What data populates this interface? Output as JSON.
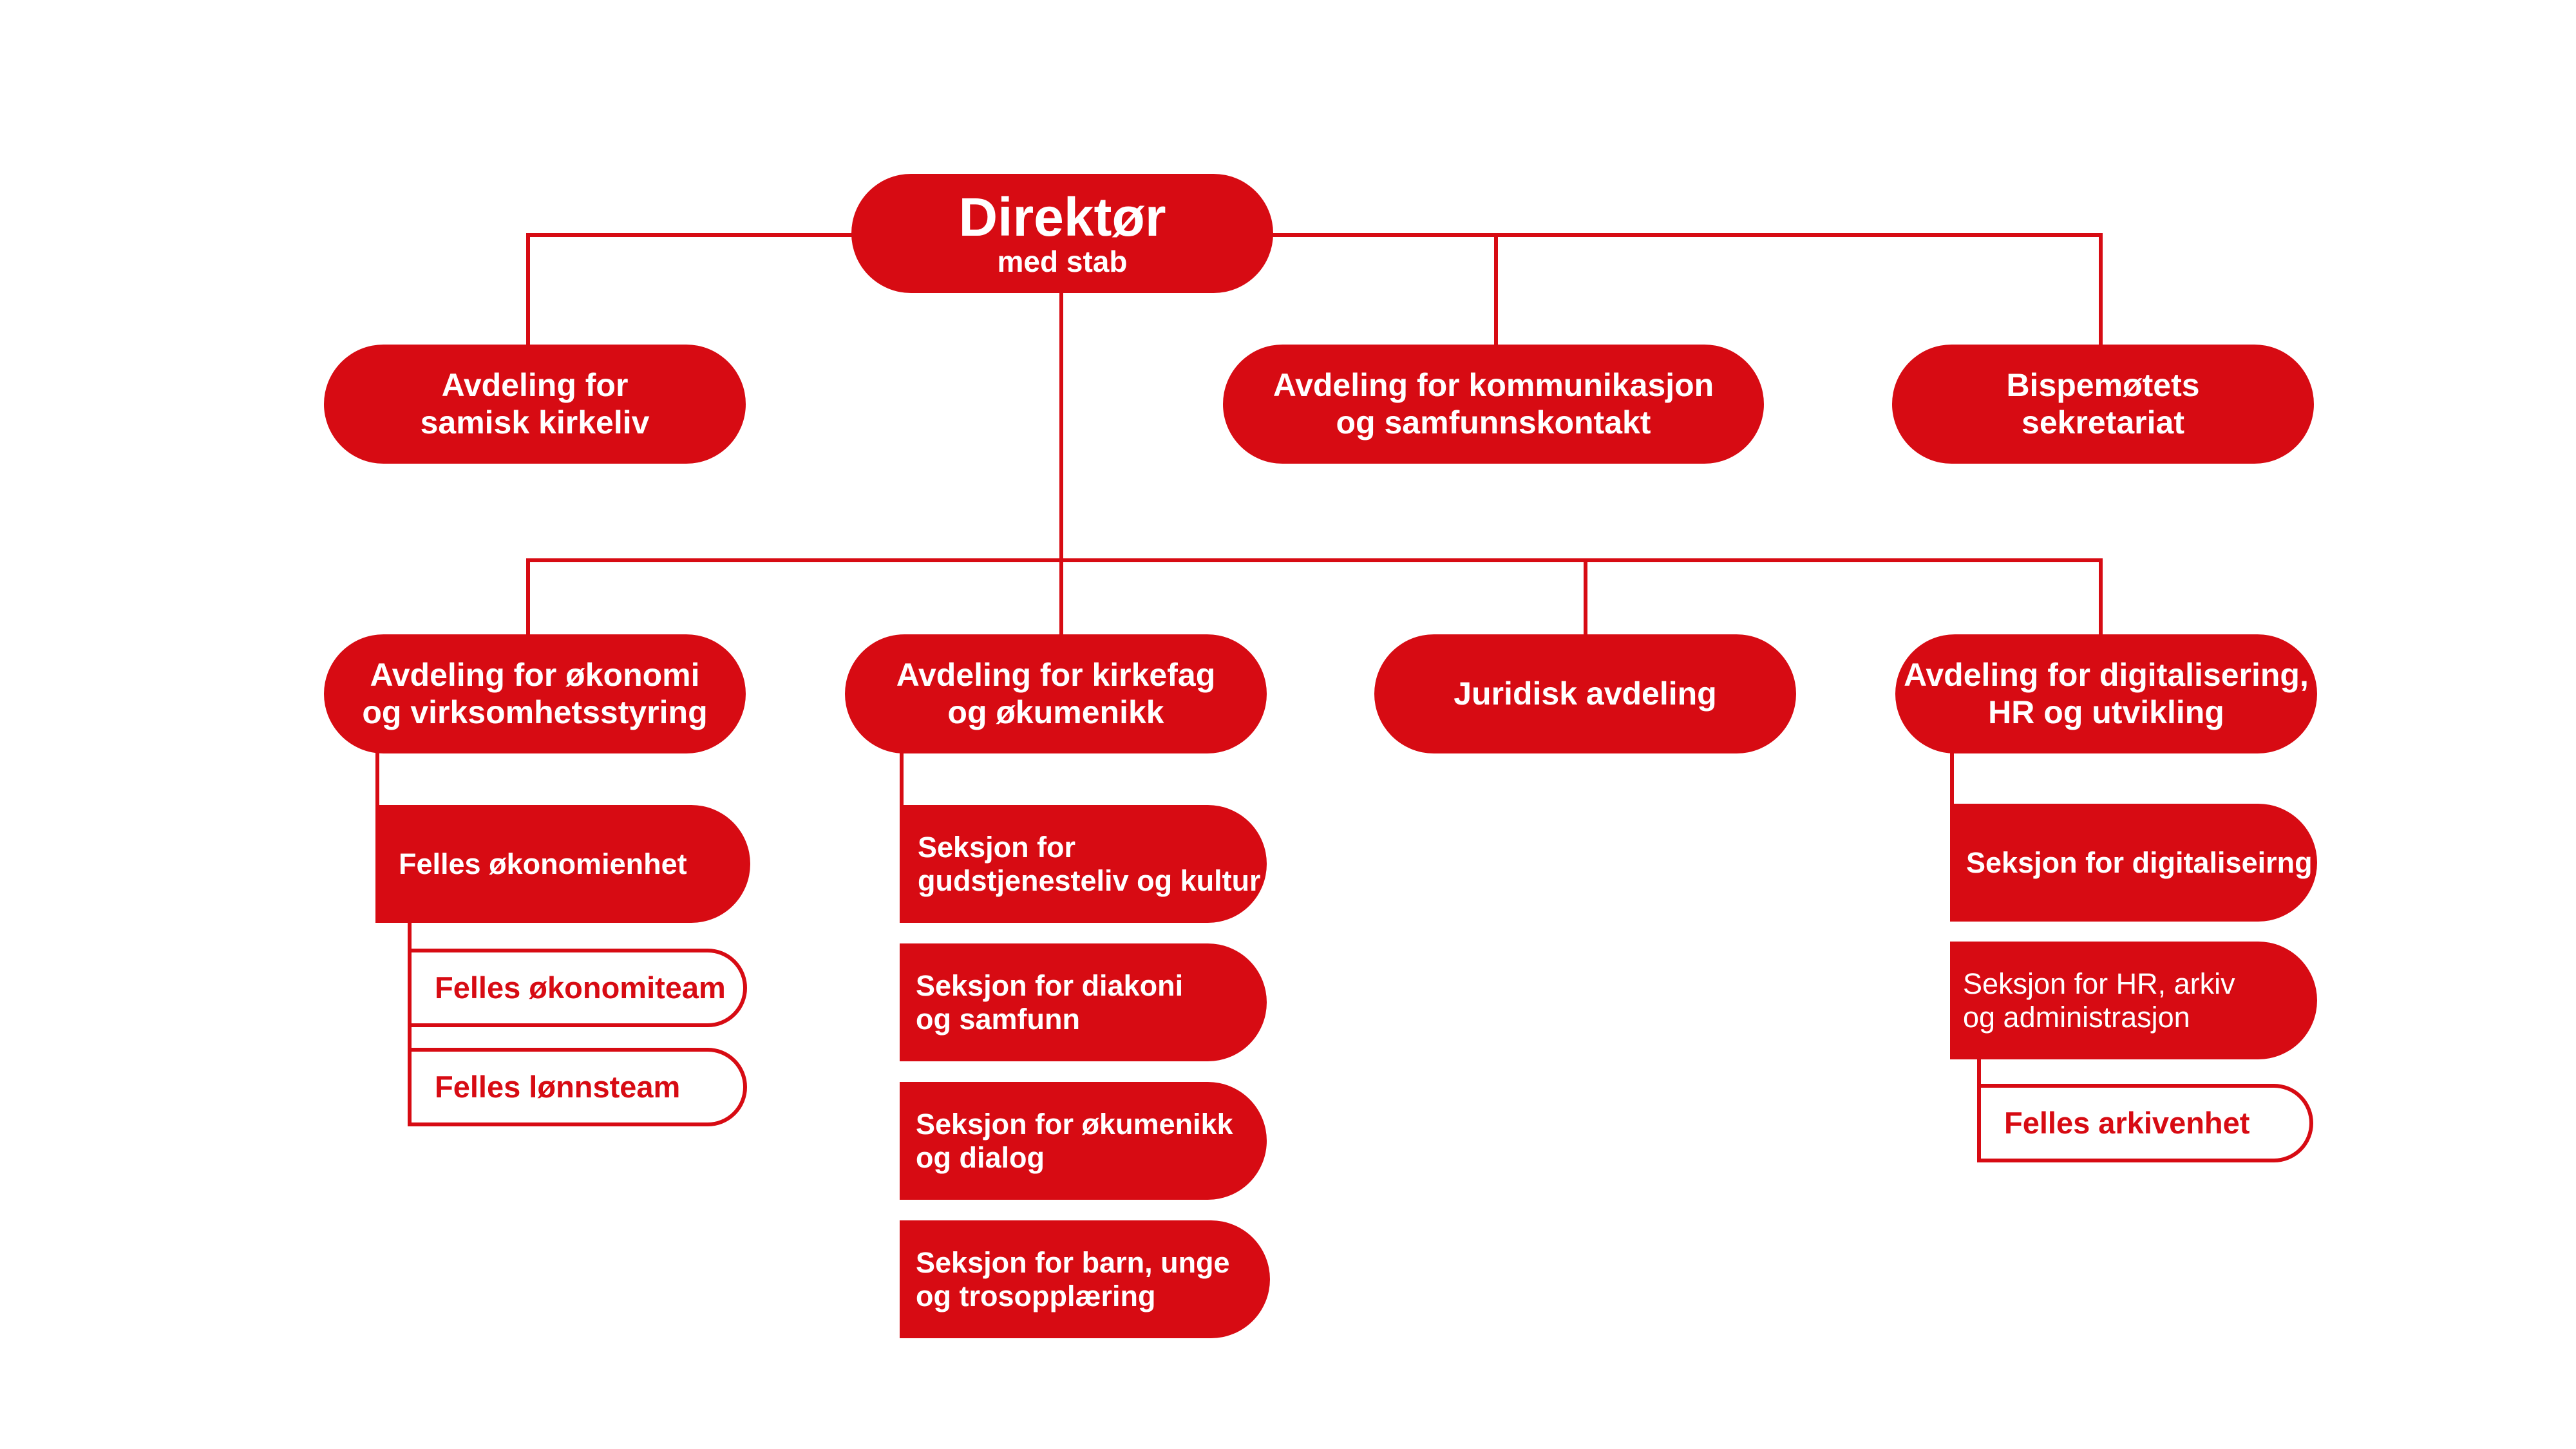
{
  "colors": {
    "brand_red": "#d70b13",
    "background": "#ffffff",
    "text_on_red": "#ffffff"
  },
  "director": {
    "title": "Direktør",
    "subtitle": "med stab"
  },
  "top_row": {
    "samisk": [
      "Avdeling for",
      "samisk kirkeliv"
    ],
    "kommunikasjon": [
      "Avdeling for kommunikasjon",
      "og samfunnskontakt"
    ],
    "bispemotet": [
      "Bispemøtets",
      "sekretariat"
    ]
  },
  "departments": {
    "okonomi": {
      "label": [
        "Avdeling for økonomi",
        "og virksomhetsstyring"
      ],
      "unit": "Felles økonomienhet",
      "teams": [
        "Felles økonomiteam",
        "Felles lønnsteam"
      ]
    },
    "kirkefag": {
      "label": [
        "Avdeling for kirkefag",
        "og økumenikk"
      ],
      "sections": [
        [
          "Seksjon for",
          "gudstjenesteliv og kultur"
        ],
        [
          "Seksjon for diakoni",
          "og samfunn"
        ],
        [
          "Seksjon for økumenikk",
          "og dialog"
        ],
        [
          "Seksjon for barn, unge",
          "og trosopplæring"
        ]
      ]
    },
    "juridisk": {
      "label": [
        "Juridisk avdeling"
      ]
    },
    "digitalisering": {
      "label": [
        "Avdeling for digitalisering,",
        "HR og utvikling"
      ],
      "sections": [
        [
          "Seksjon for digitaliseirng"
        ],
        [
          "Seksjon for HR, arkiv",
          "og administrasjon"
        ]
      ],
      "unit": "Felles arkivenhet"
    }
  }
}
